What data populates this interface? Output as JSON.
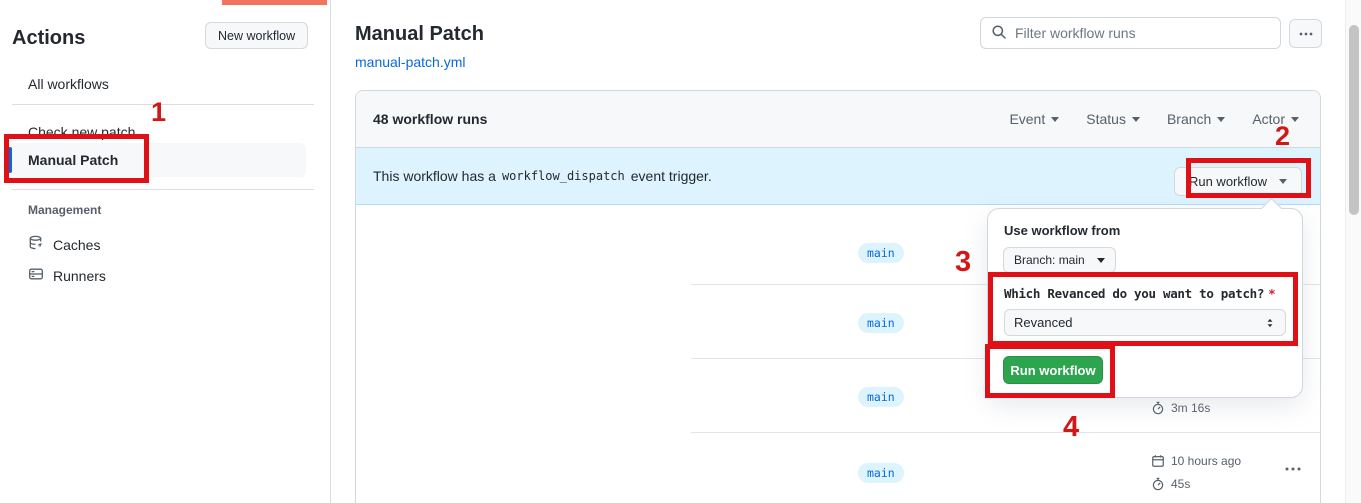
{
  "sidebar": {
    "title": "Actions",
    "new_workflow_button": "New workflow",
    "items": [
      {
        "label": "All workflows",
        "selected": false
      },
      {
        "label": "Check new patch",
        "selected": false
      },
      {
        "label": "Manual Patch",
        "selected": true
      }
    ],
    "section_label": "Management",
    "management_items": [
      {
        "label": "Caches",
        "icon": "cache-icon"
      },
      {
        "label": "Runners",
        "icon": "runners-icon"
      }
    ]
  },
  "header": {
    "title": "Manual Patch",
    "file_link": "manual-patch.yml",
    "filter_placeholder": "Filter workflow runs"
  },
  "runs_panel": {
    "count_label": "48 workflow runs",
    "filters": [
      {
        "label": "Event"
      },
      {
        "label": "Status"
      },
      {
        "label": "Branch"
      },
      {
        "label": "Actor"
      }
    ],
    "banner": {
      "text_before": "This workflow has a",
      "code": "workflow_dispatch",
      "text_after": "event trigger.",
      "run_workflow_button": "Run workflow"
    },
    "rows": [
      {
        "branch": "main"
      },
      {
        "branch": "main"
      },
      {
        "branch": "main",
        "duration": "3m 16s"
      },
      {
        "branch": "main",
        "started": "10 hours ago",
        "duration": "45s"
      }
    ]
  },
  "run_dropdown": {
    "heading": "Use workflow from",
    "branch_selector": "Branch: main",
    "input_label": "Which Revanced do you want to patch?",
    "required_marker": "*",
    "input_value": "Revanced",
    "submit_button": "Run workflow"
  },
  "annotations": {
    "steps": [
      "1",
      "2",
      "3",
      "4"
    ]
  },
  "colors": {
    "accent_blue": "#0969da",
    "banner_bg": "#ddf4ff",
    "button_green": "#2da44e",
    "annotation_red": "#e01116",
    "branch_badge_bg": "#ddf4ff",
    "branch_badge_text": "#0969da"
  }
}
